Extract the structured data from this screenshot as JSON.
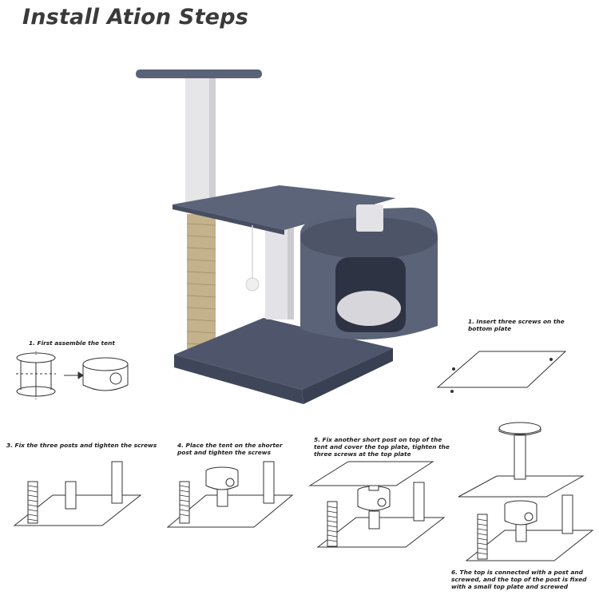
{
  "title": "Install Ation Steps",
  "steps": [
    {
      "text": "1. First assemble the tent"
    },
    {
      "text": "1. Insert three screws on the bottom plate"
    },
    {
      "text": "3. Fix the three posts and tighten the screws"
    },
    {
      "text": "4. Place the tent on the shorter post and tighten the screws"
    },
    {
      "text": "5. Fix another short post on top of the tent and cover the top plate, tighten the three screws at the top plate"
    },
    {
      "text": "6. The top is connected with a post and screwed, and the top of the post is fixed with a small top plate and screwed"
    }
  ],
  "colors": {
    "plush": "#5a6278",
    "plush_dark": "#434a5e",
    "post_white": "#e9e9ec",
    "sisal": "#c2b08a",
    "line": "#333333"
  }
}
